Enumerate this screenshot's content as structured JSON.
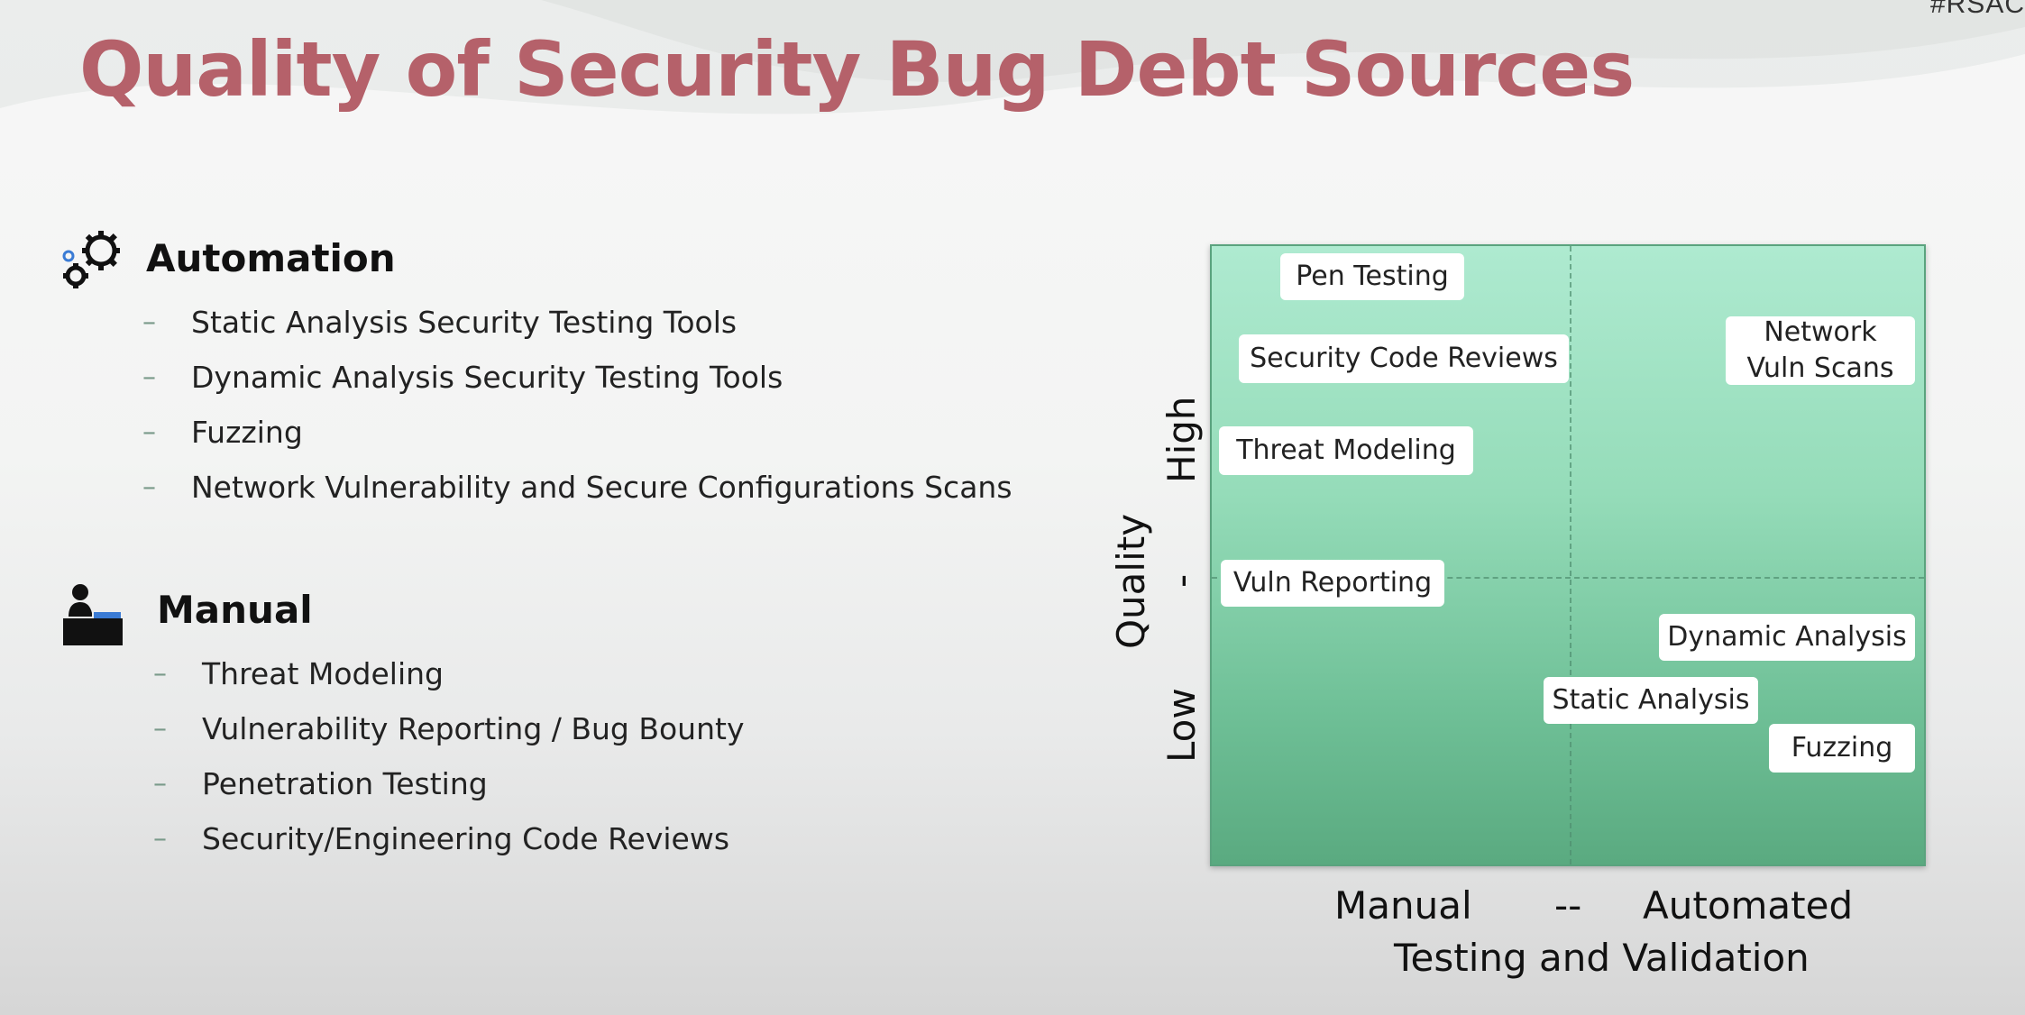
{
  "slide": {
    "hashtag": "#RSAC",
    "title": "Quality of Security Bug Debt Sources"
  },
  "automation": {
    "heading": "Automation",
    "icon": "gears-icon",
    "items": [
      "Static Analysis Security Testing Tools",
      "Dynamic Analysis Security Testing Tools",
      "Fuzzing",
      "Network Vulnerability and Secure Configurations Scans"
    ]
  },
  "manual": {
    "heading": "Manual",
    "icon": "person-at-desk-icon",
    "items": [
      "Threat Modeling",
      "Vulnerability Reporting / Bug Bounty",
      "Penetration Testing",
      "Security/Engineering Code Reviews"
    ]
  },
  "quadrant": {
    "y_axis": {
      "title": "Quality",
      "low": "Low",
      "mid": "-",
      "high": "High"
    },
    "x_axis": {
      "manual": "Manual",
      "mid": "--",
      "automated": "Automated",
      "title": "Testing and Validation"
    },
    "labels": {
      "pen_testing": "Pen Testing",
      "security_code_reviews": "Security Code Reviews",
      "network_vuln_scans": "Network\nVuln Scans",
      "threat_modeling": "Threat Modeling",
      "vuln_reporting": "Vuln Reporting",
      "dynamic_analysis": "Dynamic Analysis",
      "static_analysis": "Static Analysis",
      "fuzzing": "Fuzzing"
    }
  },
  "colors": {
    "title": "#b5616a",
    "quadrant_top": "#aeead0",
    "quadrant_bottom": "#5aaa80"
  }
}
